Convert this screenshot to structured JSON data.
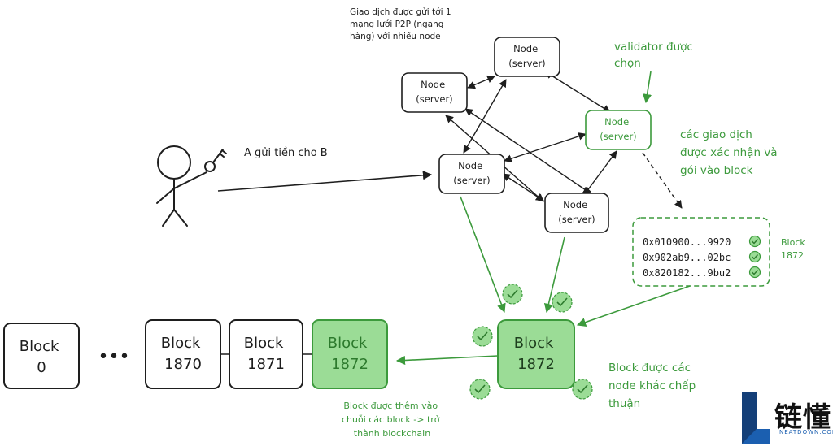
{
  "annotations": {
    "p2p_note": [
      "Giao dịch được gửi tới 1",
      "mạng lưới P2P (ngang",
      "hàng) với nhiều node"
    ],
    "send": "A gửi tiền cho B",
    "validator": [
      "validator được",
      "chọn"
    ],
    "confirm": [
      "các giao dịch",
      "được xác nhận và",
      "gói vào block"
    ],
    "accepted": [
      "Block được các",
      "node khác chấp",
      "thuận"
    ],
    "appended": [
      "Block được thêm vào",
      "chuỗi các block -> trở",
      "thành blockchain"
    ],
    "block_side": [
      "Block",
      "1872"
    ]
  },
  "nodes": [
    {
      "id": "n1",
      "lines": [
        "Node",
        "(server)"
      ]
    },
    {
      "id": "n2",
      "lines": [
        "Node",
        "(server)"
      ]
    },
    {
      "id": "n3",
      "lines": [
        "Node",
        "(server)"
      ]
    },
    {
      "id": "n4",
      "lines": [
        "Node",
        "(server)"
      ]
    },
    {
      "id": "n5",
      "lines": [
        "Node",
        "(server)"
      ]
    }
  ],
  "transactions": [
    "0x010900...9920",
    "0x902ab9...02bc",
    "0x820182...9bu2"
  ],
  "chain": [
    {
      "id": "b0",
      "lines": [
        "Block",
        "0"
      ]
    },
    {
      "id": "b1870",
      "lines": [
        "Block",
        "1870"
      ]
    },
    {
      "id": "b1871",
      "lines": [
        "Block",
        "1871"
      ]
    },
    {
      "id": "b1872",
      "lines": [
        "Block",
        "1872"
      ]
    }
  ],
  "chain_ellipsis": "•••",
  "center_block": [
    "Block",
    "1872"
  ],
  "brand": {
    "name": "链懂",
    "sub": "NEATDOWN.COM"
  },
  "colors": {
    "green": "#3c9a3c",
    "greenFill": "#9bdc96",
    "greenLight": "#d6f3d2",
    "black": "#1e1e1e",
    "brandBlue": "#1b5fb0"
  }
}
